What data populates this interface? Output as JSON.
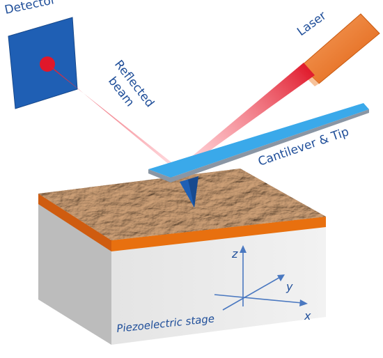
{
  "labels": {
    "detector": "Detector",
    "reflected_line1": "Reflected",
    "reflected_line2": "beam",
    "laser": "Laser",
    "cantilever": "Cantilever & Tip",
    "stage": "Piezoelectric stage",
    "axis_x": "x",
    "axis_y": "y",
    "axis_z": "z"
  },
  "colors": {
    "detector": "#1f5fb4",
    "laser_body": "#f07a2a",
    "beam": "#e0182a",
    "cantilever": "#3aa9ea",
    "sample_top": "#b8825a",
    "sample_film": "#e36a12",
    "stage_front": "#e8e8e8",
    "stage_side": "#bdbdbd",
    "text": "#1f4e99"
  }
}
